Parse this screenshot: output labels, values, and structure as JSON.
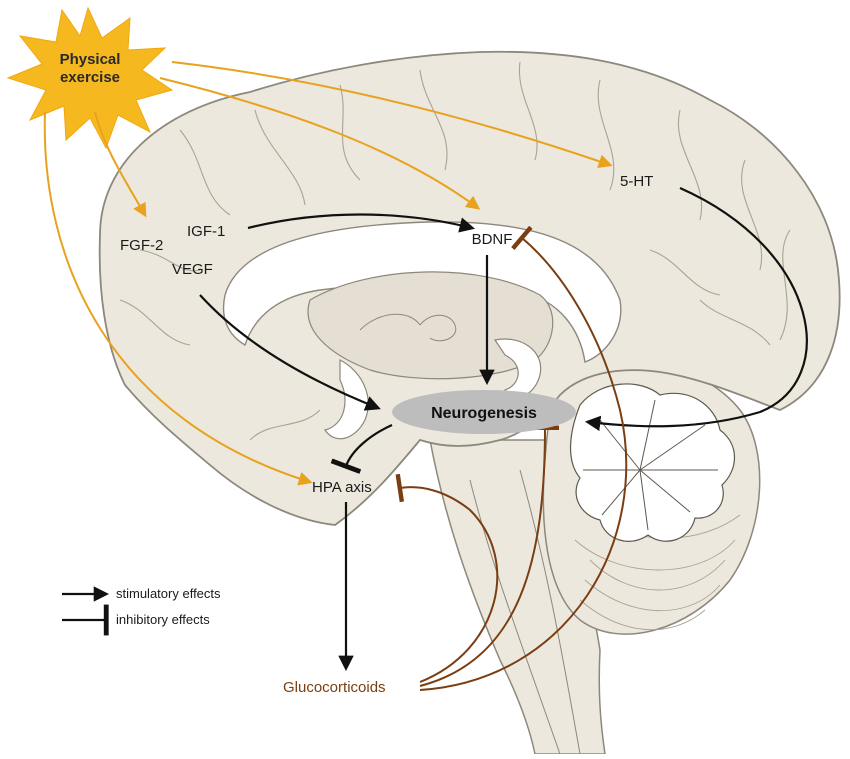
{
  "source": {
    "line1": "Physical",
    "line2": "exercise"
  },
  "factors": {
    "fgf2": "FGF-2",
    "igf1": "IGF-1",
    "vegf": "VEGF",
    "bdnf": "BDNF",
    "serotonin": "5-HT",
    "hpa": "HPA axis",
    "glucocorticoids": "Glucocorticoids"
  },
  "target": {
    "label": "Neurogenesis"
  },
  "legend": {
    "stimulatory": "stimulatory effects",
    "inhibitory": "inhibitory effects"
  },
  "colors": {
    "exercise_arrow": "#e8a21e",
    "stimulatory_arrow": "#111111",
    "glucocorticoid": "#7a3e12",
    "brain_fill": "#ece8dd",
    "brain_stroke": "#8d877c",
    "burst": "#f6b81f",
    "neurogenesis_oval": "#bdbdbd"
  }
}
